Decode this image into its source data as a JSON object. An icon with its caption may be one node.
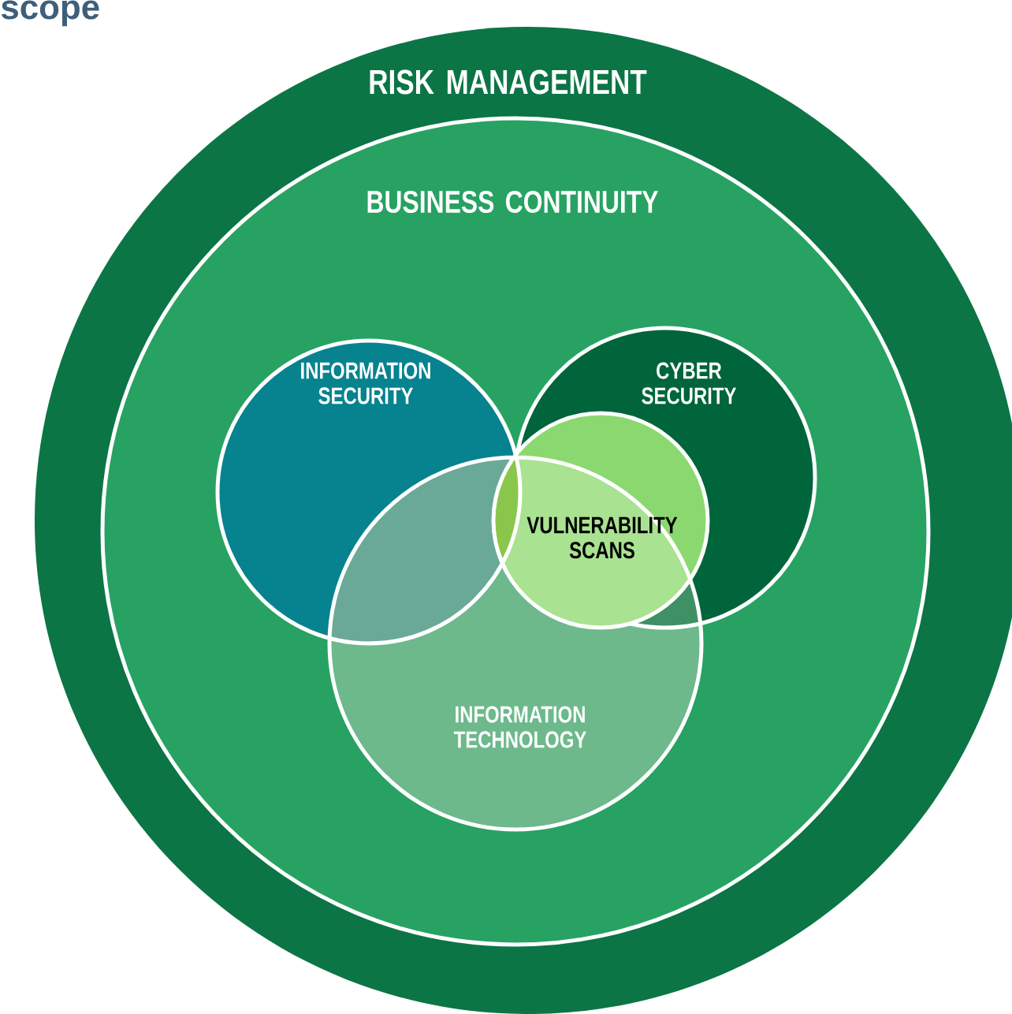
{
  "diagram": {
    "nodes": [
      {
        "text": [
          "RISK MANAGEMENT"
        ]
      },
      {
        "text": [
          "BUSINESS CONTINUITY"
        ],
        "in": 0
      },
      {
        "text": [
          "INFORMATION SECURITY"
        ],
        "in": 1
      },
      {
        "text": [
          "CYBER SECURITY"
        ],
        "in": 1
      },
      {
        "text": [
          "INFORMATION TECHNOLOGY"
        ],
        "in": 1
      },
      {
        "text": [
          "VULNERABILITY SCANS"
        ],
        "in": 1
      }
    ],
    "labels": [
      "scope"
    ]
  }
}
